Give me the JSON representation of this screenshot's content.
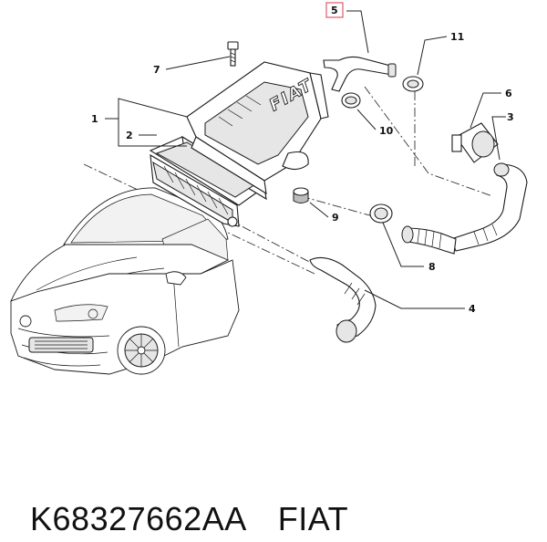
{
  "callouts": [
    {
      "id": "1",
      "label": "1",
      "highlighted": false
    },
    {
      "id": "2",
      "label": "2",
      "highlighted": false
    },
    {
      "id": "3",
      "label": "3",
      "highlighted": false
    },
    {
      "id": "4",
      "label": "4",
      "highlighted": false
    },
    {
      "id": "5",
      "label": "5",
      "highlighted": true
    },
    {
      "id": "6",
      "label": "6",
      "highlighted": false
    },
    {
      "id": "7",
      "label": "7",
      "highlighted": false
    },
    {
      "id": "8",
      "label": "8",
      "highlighted": false
    },
    {
      "id": "9",
      "label": "9",
      "highlighted": false
    },
    {
      "id": "10",
      "label": "10",
      "highlighted": false
    },
    {
      "id": "11",
      "label": "11",
      "highlighted": false
    }
  ],
  "housing_logo": "FIAT",
  "highlight_color": "#e05a6a",
  "caption": {
    "part_number": "K68327662AA",
    "brand": "FIAT"
  }
}
